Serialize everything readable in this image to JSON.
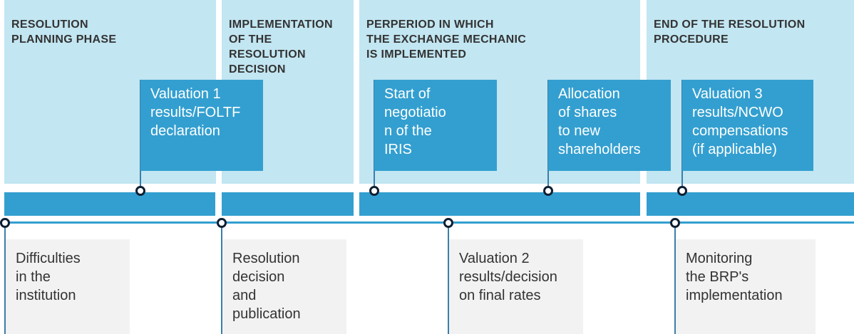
{
  "phases": [
    {
      "title": "RESOLUTION\nPLANNING PHASE"
    },
    {
      "title": "IMPLEMENTATION\nOF THE\nRESOLUTION\nDECISION"
    },
    {
      "title": "PERPERIOD IN WHICH\nTHE EXCHANGE MECHANIC\nIS IMPLEMENTED"
    },
    {
      "title": "END OF THE RESOLUTION\nPROCEDURE"
    }
  ],
  "top_events": [
    {
      "text": "Valuation 1\nresults/FOLTF\ndeclaration"
    },
    {
      "text": "Start of\nnegotiatio\nn of the\nIRIS"
    },
    {
      "text": "Allocation\nof shares\nto new\nshareholders"
    },
    {
      "text": "Valuation 3\nresults/NCWO\ncompensations\n(if applicable)"
    }
  ],
  "bottom_events": [
    {
      "text": "Difficulties\nin the\ninstitution"
    },
    {
      "text": "Resolution\ndecision\nand\npublication"
    },
    {
      "text": "Valuation 2\nresults/decision\non final rates"
    },
    {
      "text": "Monitoring\nthe BRP's\nimplementation"
    }
  ],
  "colors": {
    "phase_bg": "#c2e6f2",
    "accent_blue": "#339fd0",
    "bottom_box_bg": "#f2f2f2",
    "text_dark": "#333333"
  }
}
